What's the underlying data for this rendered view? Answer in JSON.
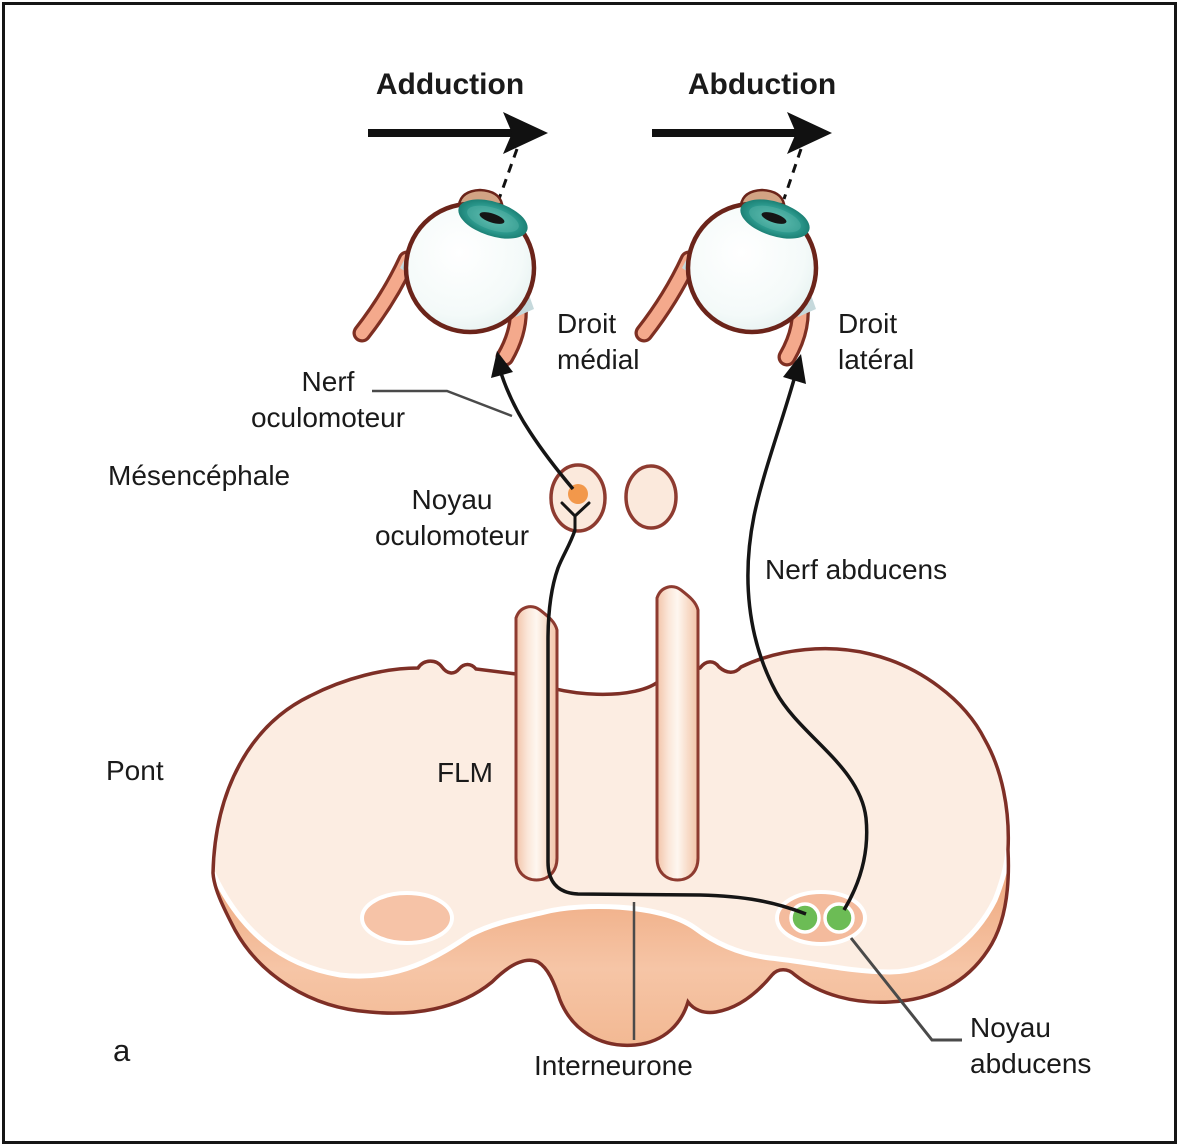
{
  "figure": {
    "panel_label": "a",
    "description_names": {
      "left_eye": "left-eye",
      "right_eye": "right-eye",
      "pons": "pons-cross-section",
      "flm_columns": "medial-longitudinal-fasciculus-columns"
    }
  },
  "arrows": {
    "adduction": "Adduction",
    "abduction": "Abduction"
  },
  "labels": {
    "droit_medial": "Droit\nmédial",
    "droit_lateral": "Droit\nlatéral",
    "nerf_oculomoteur": "Nerf\noculomoteur",
    "mesencephale": "Mésencéphale",
    "noyau_oculomoteur": "Noyau\noculomoteur",
    "nerf_abducens": "Nerf abducens",
    "flm": "FLM",
    "pont": "Pont",
    "interneurone": "Interneurone",
    "noyau_abducens": "Noyau\nabducens"
  },
  "colors": {
    "outline_dark_red": "#7E2F26",
    "nucleus_outline": "#8E3B30",
    "pons_surface": "#FCEDE2",
    "pons_band": "#F4C0A0",
    "column_fill": "#FBE6D8",
    "muscle_salmon": "#F4A98C",
    "tendon_blue_gray": "#C6D9DC",
    "nucleus_oval_salmon": "#F4BB9D",
    "faint_oval_salmon": "#F6C3A7",
    "oculomotor_neuron_orange": "#F2984B",
    "abducens_neuron_green": "#6CBC55",
    "iris_teal": "#1F8F85",
    "nerve_black": "#151515",
    "leader_gray": "#4A4A4A"
  }
}
